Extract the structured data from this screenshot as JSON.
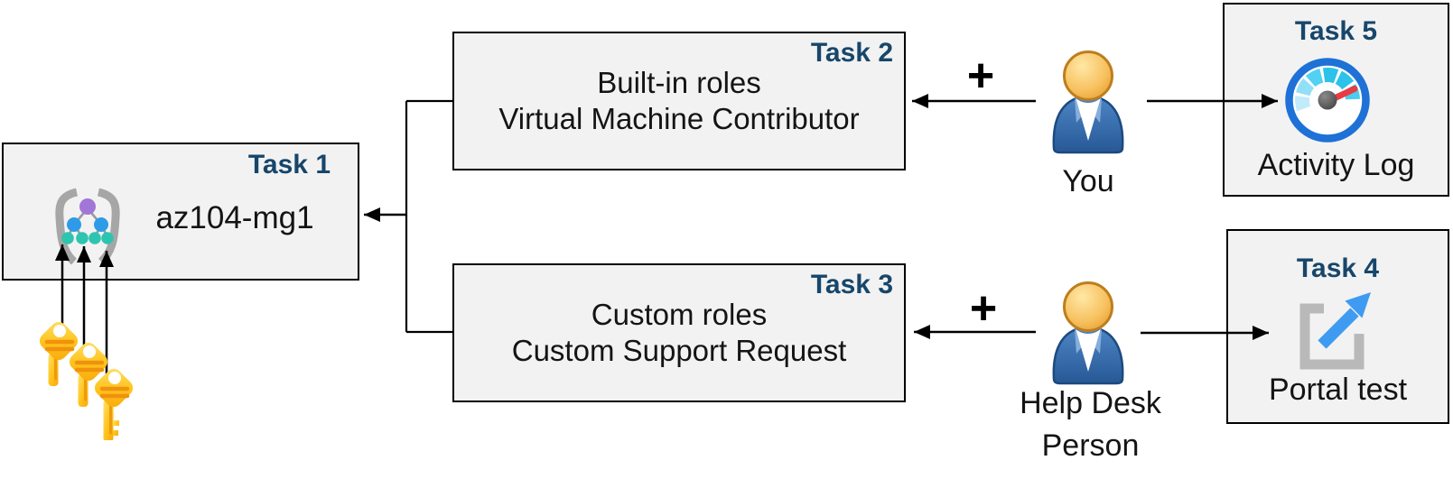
{
  "boxes": {
    "task1": {
      "label": "Task 1",
      "name": "az104-mg1"
    },
    "task2": {
      "label": "Task 2",
      "line1": "Built-in roles",
      "line2": "Virtual Machine Contributor"
    },
    "task3": {
      "label": "Task 3",
      "line1": "Custom roles",
      "line2": "Custom Support Request"
    },
    "task4": {
      "label": "Task 4",
      "caption": "Portal test"
    },
    "task5": {
      "label": "Task 5",
      "caption": "Activity Log"
    }
  },
  "actors": {
    "you": {
      "label": "You"
    },
    "help_desk": {
      "label_line1": "Help Desk",
      "label_line2": "Person"
    }
  },
  "operators": {
    "plus_top": "+",
    "plus_bottom": "+"
  },
  "icons": {
    "task1_icon": "management-group-icon",
    "task1_keys": "keys-icon",
    "task4_icon": "external-link-icon",
    "task5_icon": "gauge-icon",
    "actor_icon": "person-icon"
  },
  "colors": {
    "task_label": "#17466B",
    "box_fill": "#F2F2F2",
    "box_border": "#000000",
    "arrow": "#000000",
    "key_yellow": "#FFC21A",
    "bracket_gray": "#A6A6A6",
    "mg_purple": "#A176D6",
    "mg_node_blue": "#2D9BE8",
    "mg_node_teal": "#2DC5B0",
    "person_body_blue": "#30639F",
    "person_head_gold": "#ECA93C",
    "gauge_ring_blue": "#1E71D6",
    "gauge_needle_red": "#E83B43",
    "portal_arrow_blue": "#3F9BF2"
  }
}
